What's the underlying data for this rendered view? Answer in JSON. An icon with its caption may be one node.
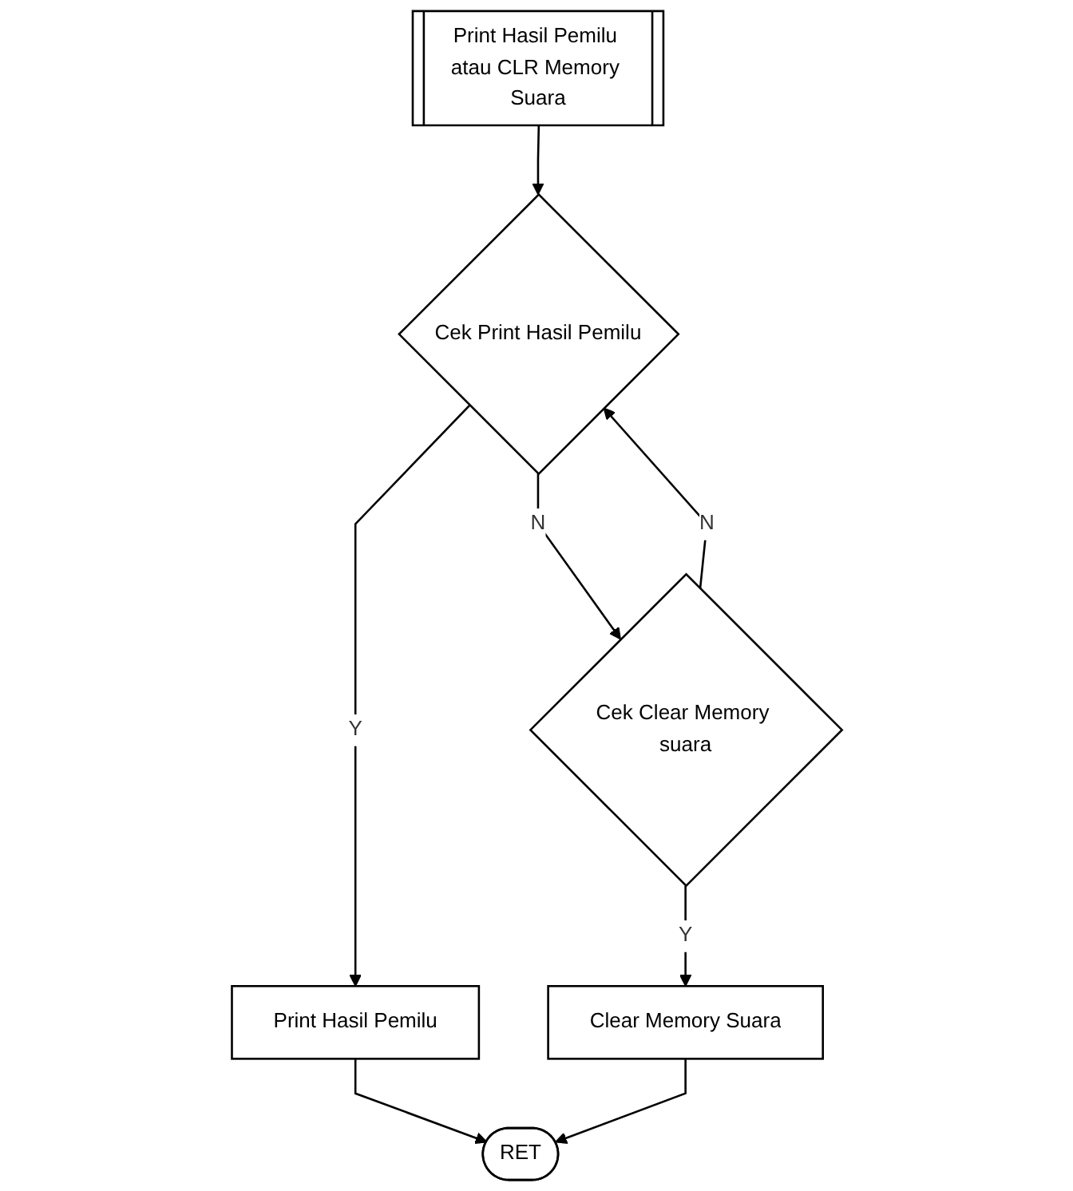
{
  "diagram": {
    "nodes": [
      {
        "text": [
          "Print Hasil Pemilu atau CLR Memory Suara"
        ]
      },
      {
        "text": [
          "Cek Print Hasil Pemilu"
        ]
      },
      {
        "text": [
          "Print Hasil Pemilu"
        ]
      },
      {
        "text": [
          "Cek Clear Memory suara"
        ]
      },
      {
        "text": [
          "Clear Memory Suara"
        ]
      },
      {
        "text": [
          "RET"
        ]
      }
    ],
    "edges": [
      {
        "from": 0,
        "to": 1,
        "arrow": "to"
      },
      {
        "from": 1,
        "to": 2,
        "label": "Y",
        "arrow": "to"
      },
      {
        "from": 1,
        "to": 3,
        "label": "N",
        "arrow": "to"
      },
      {
        "from": 3,
        "to": 4,
        "label": "Y",
        "arrow": "to"
      },
      {
        "from": 3,
        "to": 1,
        "label": "N",
        "arrow": "to"
      },
      {
        "from": 2,
        "to": 5,
        "arrow": "to"
      },
      {
        "from": 4,
        "to": 5,
        "arrow": "to"
      }
    ]
  }
}
